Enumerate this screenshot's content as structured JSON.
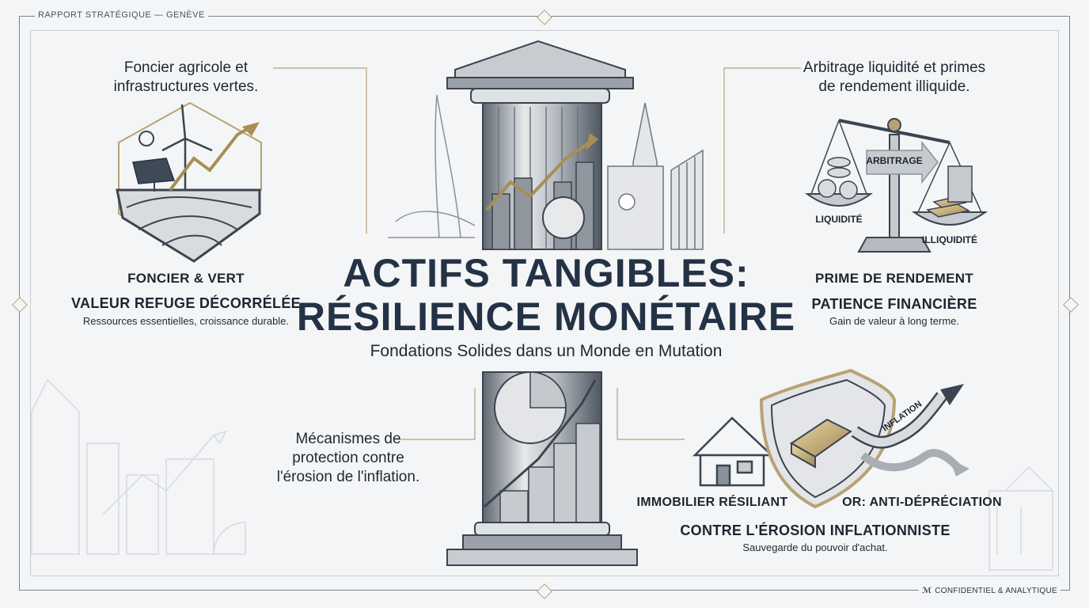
{
  "header": {
    "label": "RAPPORT STRATÉGIQUE — GENÈVE"
  },
  "footer": {
    "label": "CONFIDENTIEL & ANALYTIQUE",
    "logo_glyph": "ℳ"
  },
  "main": {
    "title_line1": "ACTIFS TANGIBLES:",
    "title_line2": "RÉSILIENCE MONÉTAIRE",
    "subtitle": "Fondations Solides dans un Monde en Mutation"
  },
  "top_left": {
    "caption_line1": "Foncier agricole et",
    "caption_line2": "infrastructures vertes.",
    "title": "FONCIER & VERT",
    "subtitle": "VALEUR REFUGE DÉCORRÉLÉE",
    "description": "Ressources essentielles, croissance durable."
  },
  "top_right": {
    "caption_line1": "Arbitrage liquidité et primes",
    "caption_line2": "de rendement illiquide.",
    "arrow_label": "ARBITRAGE",
    "left_pan_label": "LIQUIDITÉ",
    "right_pan_label": "ILLIQUIDITÉ",
    "title": "PRIME DE RENDEMENT",
    "subtitle": "PATIENCE FINANCIÈRE",
    "description": "Gain de valeur à long terme."
  },
  "bottom_left": {
    "caption_line1": "Mécanismes de",
    "caption_line2": "protection contre",
    "caption_line3": "l'érosion de l'inflation."
  },
  "bottom_right": {
    "label_left": "IMMOBILIER RÉSILIANT",
    "label_right": "OR: ANTI-DÉPRÉCIATION",
    "arrow_label": "INFLATION",
    "title": "CONTRE L'ÉROSION INFLATIONNISTE",
    "description": "Sauvegarde du pouvoir d'achat."
  },
  "colors": {
    "navy": "#243246",
    "gold": "#b8a274",
    "steel": "#8a9199",
    "background": "#f4f5f6"
  },
  "icons": [
    "column-icon",
    "farmland-icon",
    "wind-turbine-icon",
    "solar-panel-icon",
    "sun-icon",
    "balance-scale-icon",
    "coins-icon",
    "gold-bar-icon",
    "shield-icon",
    "house-icon",
    "cathedral-icon",
    "jet-fountain-icon",
    "growth-arrow-icon",
    "golden-spiral-icon"
  ]
}
